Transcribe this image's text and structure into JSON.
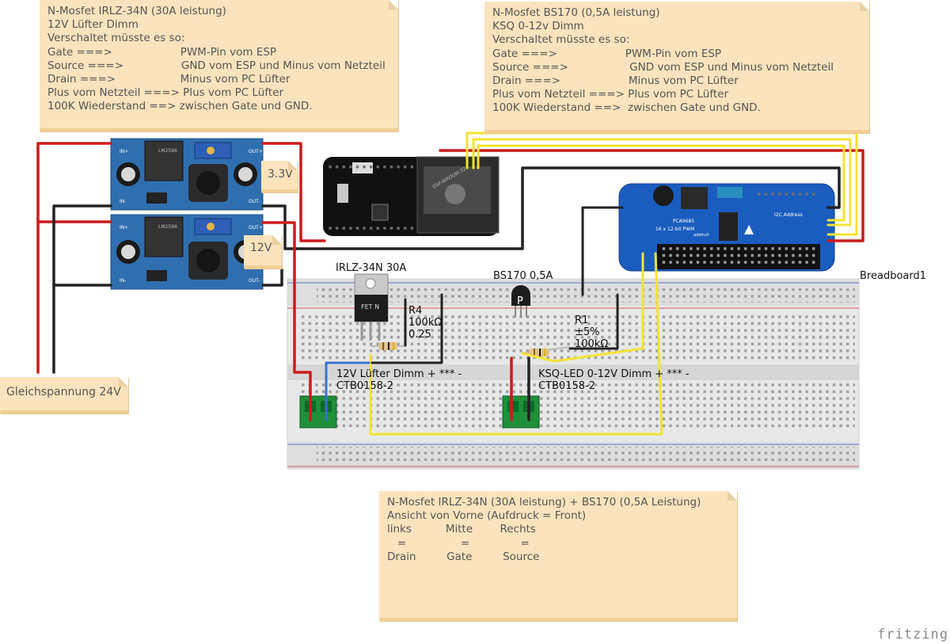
{
  "notes": {
    "irlz": [
      "N-Mosfet IRLZ-34N (30A leistung)",
      "12V Lüfter Dimm",
      "Verschaltet müsste es so:",
      "Gate ===>                    PWM-Pin vom ESP",
      "Source ===>                 GND vom ESP und Minus vom Netzteil",
      "Drain ===>                   Minus vom PC Lüfter",
      "Plus vom Netzteil ===> Plus vom PC Lüfter",
      "100K Wiederstand ==> zwischen Gate und GND."
    ],
    "bs170": [
      "N-Mosfet BS170 (0,5A leistung)",
      "KSQ 0-12v Dimm",
      "Verschaltet müsste es so:",
      "Gate ===>                    PWM-Pin vom ESP",
      "Source ===>                  GND vom ESP und Minus vom Netzteil",
      "Drain ===>                    Minus vom PC Lüfter",
      "Plus vom Netzteil ===> Plus vom PC Lüfter",
      "100K Wiederstand ==>  zwischen Gate und GND."
    ],
    "front": [
      "N-Mosfet IRLZ-34N (30A leistung) + BS170 (0,5A Leistung)",
      "",
      "Ansicht von Vorne (Aufdruck = Front)",
      "",
      "links          Mitte        Rechts",
      "   =                =               =",
      "Drain         Gate         Source"
    ],
    "v33": "3.3V",
    "v12": "12V",
    "supply": "Gleichspannung 24V"
  },
  "labels": {
    "irlz_part": "IRLZ-34N 30A",
    "bs170_part": "BS170 0,5A",
    "breadboard": "Breadboard1",
    "r4": "R4\n100kΩ\n0.25",
    "r1": "R1\n±5%\n100kΩ",
    "conn1": "12V Lüfter Dimm + *** -\nCTB0158-2",
    "conn2": "KSQ-LED 0-12V Dimm + *** -\nCTB0158-2"
  },
  "board_text": {
    "buck_in_plus": "IN+",
    "buck_in_minus": "IN-",
    "buck_out_plus": "OUT+",
    "buck_out_minus": "OUT-",
    "buck_chip": "LM2596",
    "esp_module": "ESP-WROOM-32",
    "pca_chip": "PCA9685",
    "pca_title": "16 x 12-bit PWM",
    "pca_addr": "I2C Address",
    "pca_brand": "adafruit",
    "fet_text": "FET N",
    "bs_text": "P"
  },
  "brand": "fritzing",
  "colors": {
    "wire_red": "#cc1b1b",
    "wire_black": "#222222",
    "wire_yellow": "#f3e332",
    "wire_blue": "#3a73c8",
    "buck_board": "#2f6fb0",
    "pca_board": "#1a5dbf",
    "note_bg": "#fbe3bd"
  }
}
